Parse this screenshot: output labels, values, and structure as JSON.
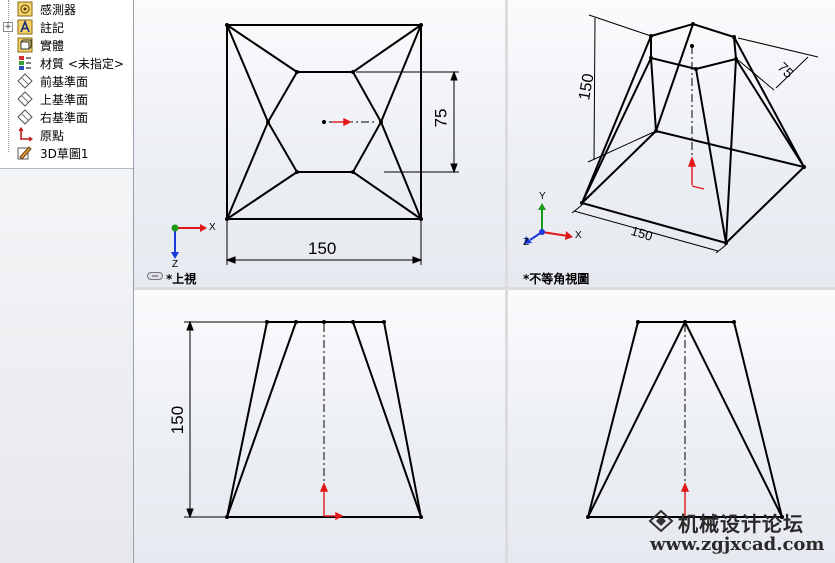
{
  "feature_tree": {
    "items": [
      {
        "label": "感測器",
        "icon": "sensor-icon"
      },
      {
        "label": "註記",
        "icon": "annotation-icon"
      },
      {
        "label": "實體",
        "icon": "solid-bodies-icon"
      },
      {
        "label": "材質 <未指定>",
        "icon": "material-icon"
      },
      {
        "label": "前基準面",
        "icon": "plane-icon"
      },
      {
        "label": "上基準面",
        "icon": "plane-icon"
      },
      {
        "label": "右基準面",
        "icon": "plane-icon"
      },
      {
        "label": "原點",
        "icon": "origin-icon"
      },
      {
        "label": "3D草圖1",
        "icon": "3d-sketch-icon"
      }
    ],
    "expander": "+"
  },
  "viewports": {
    "top": {
      "label": "*上視",
      "dimension_height": "75",
      "dimension_width": "150",
      "axis_x": "X",
      "axis_z": "Z"
    },
    "iso": {
      "label": "*不等角視圖",
      "dimension_height": "150",
      "dimension_top": "75",
      "dimension_width": "150",
      "axis_x": "X",
      "axis_y": "Y",
      "axis_z": "Z"
    },
    "front": {
      "dimension_height": "150"
    },
    "right": {}
  },
  "watermark": {
    "name": "机械设计论坛",
    "url": "www.zgjxcad.com"
  },
  "colors": {
    "origin_red": "#e01818",
    "axis_green": "#1a9a1a",
    "axis_blue": "#1a3adc",
    "line": "#000000"
  }
}
